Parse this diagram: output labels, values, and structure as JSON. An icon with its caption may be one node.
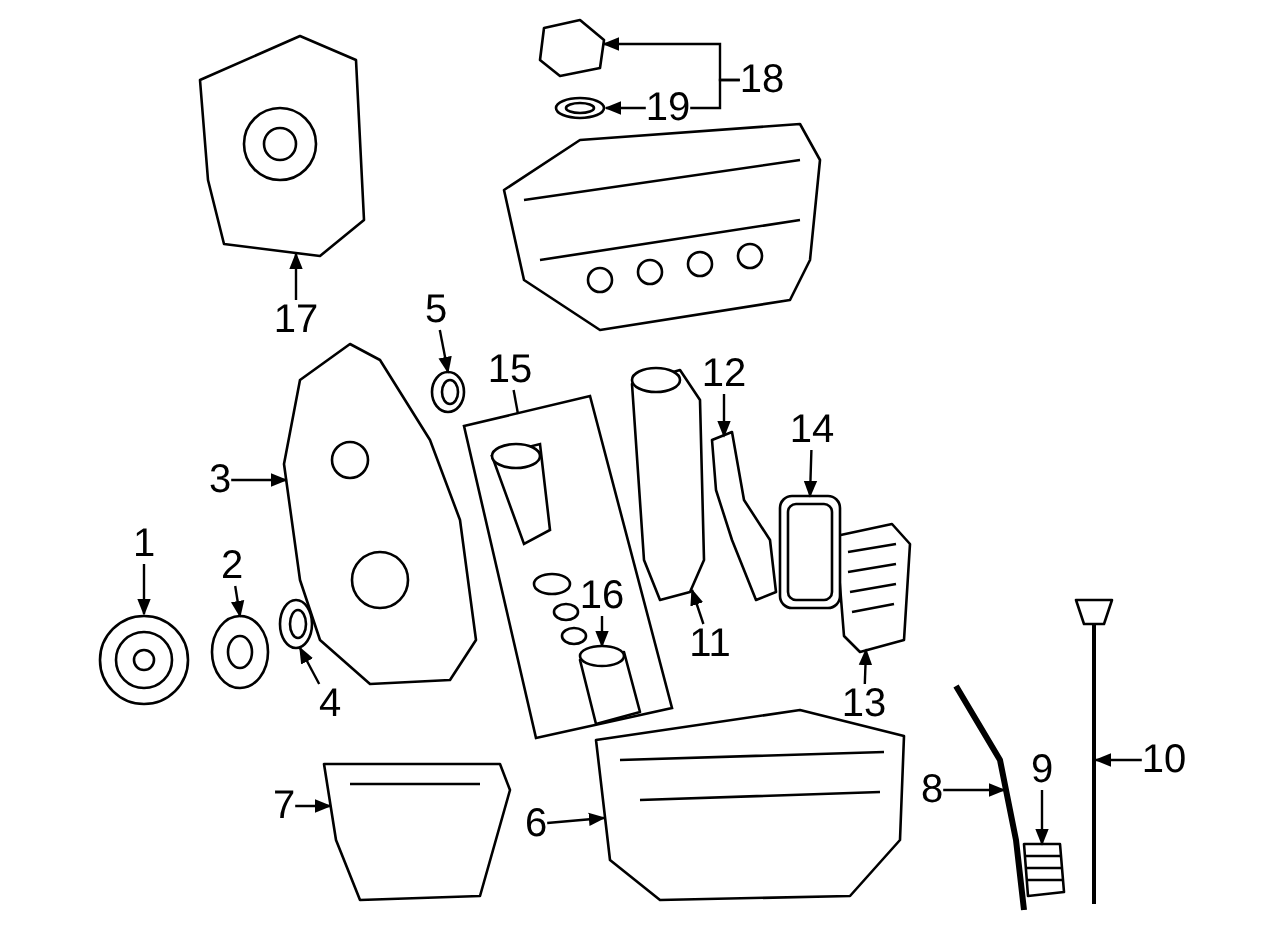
{
  "diagram": {
    "nodes": [
      {
        "text": [
          "1"
        ]
      },
      {
        "text": [
          "2"
        ]
      },
      {
        "text": [
          "3"
        ]
      },
      {
        "text": [
          "4"
        ]
      },
      {
        "text": [
          "5"
        ]
      },
      {
        "text": [
          "6"
        ]
      },
      {
        "text": [
          "7"
        ]
      },
      {
        "text": [
          "8"
        ]
      },
      {
        "text": [
          "9"
        ]
      },
      {
        "text": [
          "10"
        ]
      },
      {
        "text": [
          "11"
        ]
      },
      {
        "text": [
          "12"
        ]
      },
      {
        "text": [
          "13"
        ]
      },
      {
        "text": [
          "14"
        ]
      },
      {
        "text": [
          "15"
        ]
      },
      {
        "text": [],
        "shape": "box"
      },
      {
        "text": [
          "16"
        ],
        "in": 15
      },
      {
        "text": [
          "17"
        ]
      },
      {
        "text": [
          "18"
        ]
      },
      {
        "text": [
          "19"
        ]
      },
      {
        "text": [],
        "shape": "picture"
      },
      {
        "text": [],
        "shape": "picture"
      },
      {
        "text": [],
        "shape": "picture"
      },
      {
        "text": [],
        "shape": "picture"
      },
      {
        "text": [],
        "shape": "picture"
      },
      {
        "text": [],
        "shape": "picture"
      },
      {
        "text": [],
        "shape": "picture"
      },
      {
        "text": [],
        "shape": "picture"
      },
      {
        "text": [],
        "shape": "picture"
      },
      {
        "text": [],
        "shape": "picture"
      },
      {
        "text": [],
        "shape": "picture"
      },
      {
        "text": [],
        "shape": "picture"
      },
      {
        "text": [],
        "shape": "picture"
      },
      {
        "text": [],
        "shape": "picture"
      },
      {
        "text": [],
        "shape": "picture",
        "in": 15
      },
      {
        "text": [],
        "shape": "picture"
      },
      {
        "text": [],
        "shape": "picture"
      },
      {
        "text": [],
        "shape": "picture"
      },
      {
        "text": [],
        "shape": "picture"
      }
    ],
    "edges": [
      {
        "from": 0,
        "to": 20,
        "arrow": "to"
      },
      {
        "from": 1,
        "to": 21,
        "arrow": "to"
      },
      {
        "from": 2,
        "to": 22,
        "arrow": "to"
      },
      {
        "from": 3,
        "to": 23,
        "arrow": "to"
      },
      {
        "from": 4,
        "to": 24,
        "arrow": "to"
      },
      {
        "from": 5,
        "to": 25,
        "arrow": "to"
      },
      {
        "from": 6,
        "to": 26,
        "arrow": "to"
      },
      {
        "from": 7,
        "to": 27,
        "arrow": "to"
      },
      {
        "from": 8,
        "to": 28,
        "arrow": "to"
      },
      {
        "from": 9,
        "to": 29,
        "arrow": "to"
      },
      {
        "from": 10,
        "to": 30,
        "arrow": "to"
      },
      {
        "from": 11,
        "to": 31,
        "arrow": "to"
      },
      {
        "from": 12,
        "to": 32,
        "arrow": "to"
      },
      {
        "from": 13,
        "to": 33,
        "arrow": "to"
      },
      {
        "from": 14,
        "to": 15,
        "arrow": "none"
      },
      {
        "from": 16,
        "to": 34,
        "arrow": "to"
      },
      {
        "from": 17,
        "to": 35,
        "arrow": "to"
      },
      {
        "from": 18,
        "to": 36,
        "arrow": "to"
      },
      {
        "from": 18,
        "to": 19,
        "arrow": "none"
      },
      {
        "from": 19,
        "to": 37,
        "arrow": "to"
      }
    ]
  }
}
